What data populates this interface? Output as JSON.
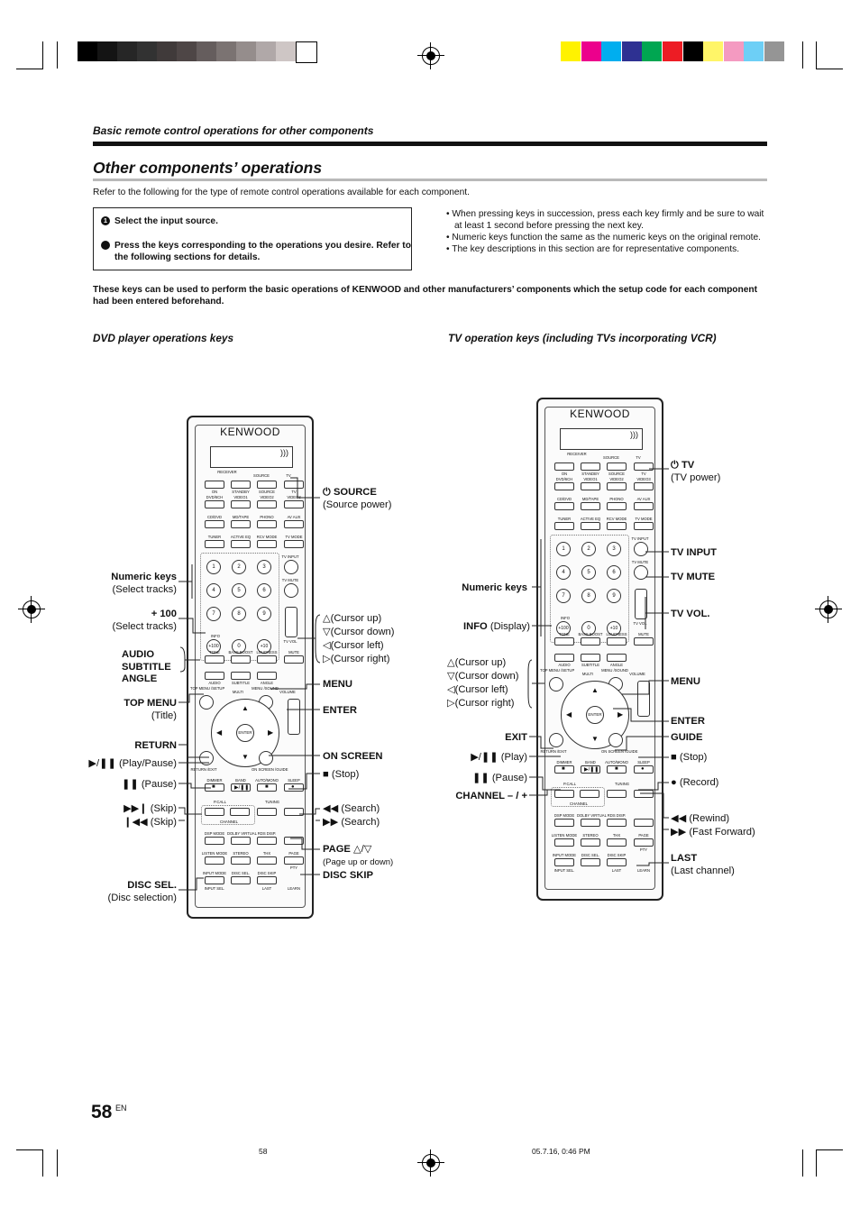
{
  "header": {
    "section_title": "Basic remote control operations for other components",
    "page_title": "Other components’ operations",
    "intro": "Refer to the following for the type of remote control operations available for each component."
  },
  "steps": [
    {
      "num": "1",
      "text": "Select the input source."
    },
    {
      "num": "2",
      "text": "Press the keys corresponding to the operations you desire. Refer to the following sections for details."
    }
  ],
  "notes": [
    "When pressing keys in succession, press each key firmly and be sure to wait at least 1 second before pressing the next key.",
    "Numeric keys function the same as the numeric keys on the original remote.",
    "The key descriptions in this section are for representative components."
  ],
  "description": "These keys can be used to perform the basic operations of KENWOOD and other manufacturers’ components which the setup code for each component had been entered beforehand.",
  "remote_keys": {
    "brand": "KENWOOD",
    "receiver": "RECEIVER",
    "on": "ON",
    "standby": "STANDBY",
    "source": "SOURCE",
    "tv": "TV",
    "dvd6ch": "DVD/6CH",
    "video1": "VIDEO1",
    "video2": "VIDEO2",
    "video3": "VIDEO3",
    "cddvd": "CD/DVD",
    "mdtape": "MD/TAPE",
    "phono": "PHONO",
    "avaux": "AV AUX",
    "tuner": "TUNER",
    "activeeq": "ACTIVE EQ",
    "rcvmode": "RCV MODE",
    "tvmode": "TV MODE",
    "tvinput": "TV INPUT",
    "tvmute": "TV MUTE",
    "tvvol": "TV VOL",
    "info": "INFO",
    "tone": "TONE",
    "bassboost": "BASS BOOST",
    "loudness": "LOUDNESS",
    "mute": "MUTE",
    "audio": "AUDIO",
    "subtitle": "SUBTITLE",
    "angle": "ANGLE",
    "topmenu": "TOP MENU /SETUP",
    "multi": "MULTI",
    "menusound": "MENU /SOUND",
    "volume": "VOLUME",
    "enter": "ENTER",
    "return": "RETURN /EXIT",
    "onscreen": "ON SCREEN /GUIDE",
    "dimmer": "DIMMER",
    "band": "BAND",
    "automono": "AUTO/MONO",
    "sleep": "SLEEP",
    "pcall": "P.CALL",
    "tuning": "TUNING",
    "channel": "CHANNEL",
    "dspmode": "DSP MODE",
    "dolbyvirtual": "DOLBY VIRTUAL",
    "rdsdisp": "RDS DISP.",
    "listenmode": "LISTEN MODE",
    "stereo": "STEREO",
    "thx": "THX",
    "page": "PAGE",
    "pty": "PTY",
    "inputmode": "INPUT MODE",
    "discsel": "DISC SEL.",
    "discskip": "DISC SKIP",
    "inputsel": "INPUT SEL.",
    "last": "LAST",
    "learn": "LEARN",
    "n100": "+100",
    "n10": "+10",
    "numbers": [
      "1",
      "2",
      "3",
      "4",
      "5",
      "6",
      "7",
      "8",
      "9",
      "0"
    ]
  },
  "dvd": {
    "heading": "DVD player operations keys",
    "source_key": "SOURCE",
    "source_desc": "(Source power)",
    "numeric_key": "Numeric keys",
    "numeric_desc": "(Select tracks)",
    "plus100_key": "+ 100",
    "plus100_desc": "(Select tracks)",
    "audio": "AUDIO",
    "subtitle": "SUBTITLE",
    "angle": "ANGLE",
    "cursor_up": "(Cursor up)",
    "cursor_down": "(Cursor down)",
    "cursor_left": "(Cursor left)",
    "cursor_right": "(Cursor right)",
    "menu": "MENU",
    "top_menu": "TOP MENU",
    "top_menu_desc": "(Title)",
    "enter": "ENTER",
    "return": "RETURN",
    "on_screen": "ON SCREEN",
    "play_pause": "(Play/Pause)",
    "stop": "(Stop)",
    "pause": "(Pause)",
    "skip": "(Skip)",
    "search": "(Search)",
    "page_key": "PAGE",
    "page_desc": "(Page up or down)",
    "disc_sel": "DISC SEL.",
    "disc_sel_desc": "(Disc selection)",
    "disc_skip": "DISC SKIP"
  },
  "tv": {
    "heading": "TV operation keys (including TVs incorporating VCR)",
    "tv_key": "TV",
    "tv_desc": "(TV power)",
    "tv_input": "TV INPUT",
    "tv_mute": "TV MUTE",
    "numeric_key": "Numeric keys",
    "tv_vol": "TV VOL.",
    "info_key": "INFO",
    "info_desc": "(Display)",
    "cursor_up": "(Cursor up)",
    "cursor_down": "(Cursor down)",
    "cursor_left": "(Cursor left)",
    "cursor_right": "(Cursor right)",
    "menu": "MENU",
    "enter": "ENTER",
    "exit": "EXIT",
    "guide": "GUIDE",
    "play": "(Play)",
    "stop": "(Stop)",
    "pause": "(Pause)",
    "record": "(Record)",
    "channel": "CHANNEL – / +",
    "rewind": "(Rewind)",
    "fast_forward": "(Fast Forward)",
    "last": "LAST",
    "last_desc": "(Last channel)"
  },
  "footer": {
    "page_number": "58",
    "lang": "EN",
    "slug_page": "58",
    "timestamp": "05.7.16, 0:46 PM"
  },
  "colors": {
    "grayscale_bar": [
      "#000000",
      "#141414",
      "#262626",
      "#323232",
      "#403a3a",
      "#4e4646",
      "#655d5d",
      "#7b7372",
      "#958d8c",
      "#b0a8a8",
      "#cec6c5",
      "#ffffff"
    ],
    "color_bar": [
      "#fff200",
      "#ec008c",
      "#00aeef",
      "#2e3192",
      "#00a651",
      "#ed1c24",
      "#000000",
      "#fff568",
      "#f49ac1",
      "#6dcff6",
      "#959595"
    ]
  }
}
